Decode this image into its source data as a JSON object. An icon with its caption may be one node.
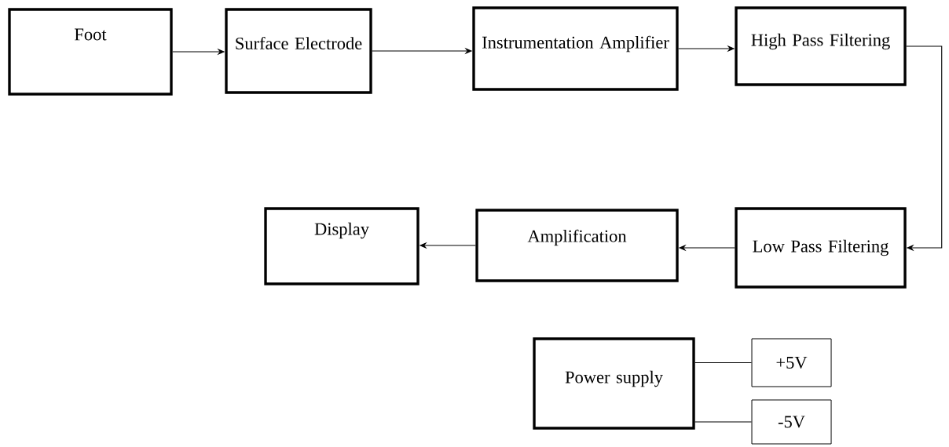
{
  "diagram": {
    "nodes": [
      {
        "text": [
          "Foot"
        ]
      },
      {
        "text": [
          "Surface Electrode"
        ]
      },
      {
        "text": [
          "Instrumentation Amplifier"
        ]
      },
      {
        "text": [
          "High Pass Filtering"
        ]
      },
      {
        "text": [
          "Low Pass Filtering"
        ]
      },
      {
        "text": [
          "Amplification"
        ]
      },
      {
        "text": [
          "Display"
        ]
      },
      {
        "text": [
          "Power supply"
        ]
      },
      {
        "text": [
          "+5V"
        ]
      },
      {
        "text": [
          "-5V"
        ]
      }
    ],
    "edges": [
      {
        "from": 0,
        "to": 1,
        "arrow": "to"
      },
      {
        "from": 1,
        "to": 2,
        "arrow": "to"
      },
      {
        "from": 2,
        "to": 3,
        "arrow": "to"
      },
      {
        "from": 3,
        "to": 4,
        "arrow": "to"
      },
      {
        "from": 4,
        "to": 5,
        "arrow": "to"
      },
      {
        "from": 5,
        "to": 6,
        "arrow": "to"
      },
      {
        "from": 7,
        "to": 8,
        "arrow": "none"
      },
      {
        "from": 7,
        "to": 9,
        "arrow": "none"
      }
    ]
  }
}
